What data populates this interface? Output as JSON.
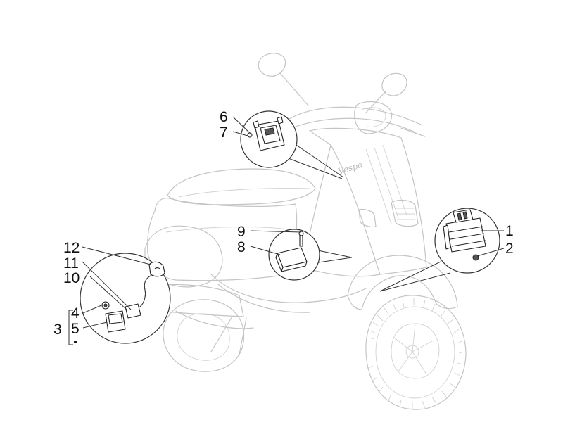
{
  "labels": {
    "n1": "1",
    "n2": "2",
    "n3": "3",
    "n4": "4",
    "n5": "5",
    "n6": "6",
    "n7": "7",
    "n8": "8",
    "n9": "9",
    "n10": "10",
    "n11": "11",
    "n12": "12"
  },
  "brand_script": "Vespa"
}
